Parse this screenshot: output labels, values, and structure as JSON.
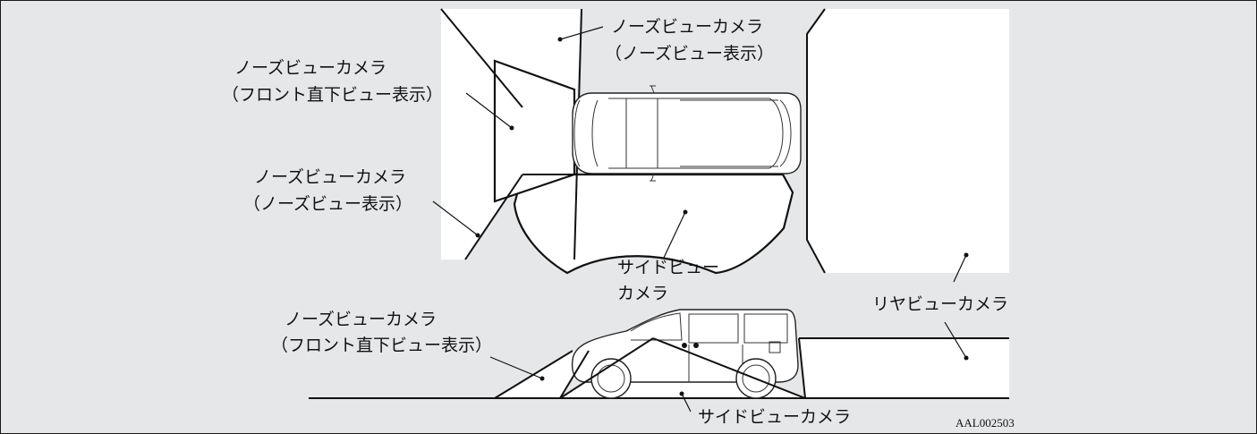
{
  "labels": {
    "nose_top_line1": "ノーズビューカメラ",
    "nose_top_line2": "（ノーズビュー表示）",
    "front_under_line1": "ノーズビューカメラ",
    "front_under_line2": "（フロント直下ビュー表示）",
    "nose_left_line1": "ノーズビューカメラ",
    "nose_left_line2": "（ノーズビュー表示）",
    "side_line1": "サイドビュー",
    "side_line2": "カメラ",
    "rear": "リヤビューカメラ",
    "front_under_side_line1": "ノーズビューカメラ",
    "front_under_side_line2": "（フロント直下ビュー表示）",
    "side_bottom": "サイドビューカメラ",
    "code": "AAL002503"
  },
  "colors": {
    "background": "#e6e7e8",
    "view_area": "#ffffff",
    "line": "#111111"
  }
}
